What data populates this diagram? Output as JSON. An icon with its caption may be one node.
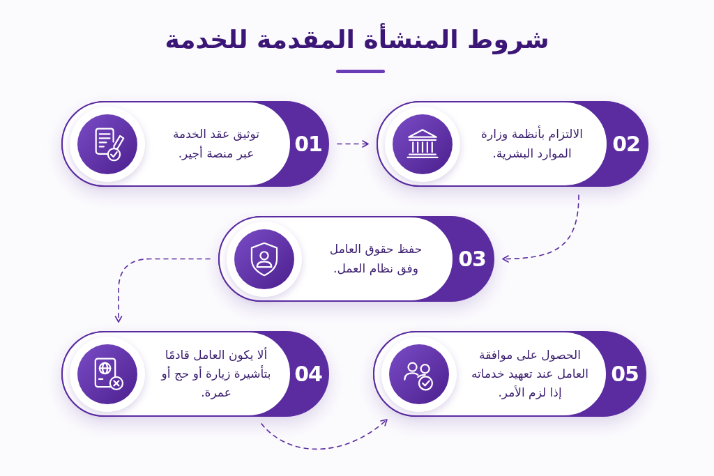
{
  "diagram": {
    "title": "شروط المنشأة المقدمة للخدمة",
    "nodes": [
      {
        "text": [
          "01",
          "توثيق عقد الخدمة عبر منصة أجير."
        ]
      },
      {
        "text": [
          "02",
          "الالتزام بأنظمة وزارة الموارد البشرية."
        ]
      },
      {
        "text": [
          "03",
          "حفظ حقوق العامل وفق نظام العمل."
        ]
      },
      {
        "text": [
          "04",
          "ألا يكون العامل قادمًا بتأشيرة زيارة أو حج أو عمرة."
        ]
      },
      {
        "text": [
          "05",
          "الحصول على موافقة العامل عند تعهيد خدماته إذا لزم الأمر."
        ]
      }
    ],
    "edges": [
      {
        "from": 0,
        "to": 1,
        "arrow": "to",
        "style": "dashed"
      },
      {
        "from": 1,
        "to": 2,
        "arrow": "to",
        "style": "dashed"
      },
      {
        "from": 2,
        "to": 3,
        "arrow": "to",
        "style": "dashed"
      },
      {
        "from": 3,
        "to": 4,
        "arrow": "to",
        "style": "dashed"
      }
    ]
  }
}
